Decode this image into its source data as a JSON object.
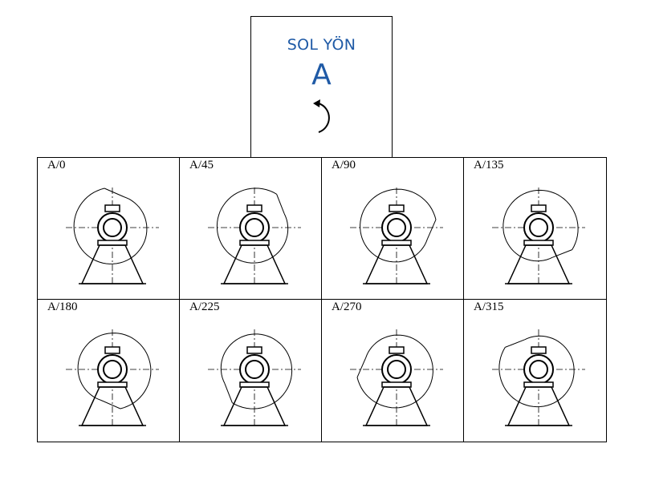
{
  "header": {
    "title": "SOL YÖN",
    "letter": "A",
    "accent_color": "#1f5aa6",
    "rotation": "counterclockwise-arrow-icon"
  },
  "positions": [
    {
      "label": "A/0",
      "angle": 0
    },
    {
      "label": "A/45",
      "angle": 45
    },
    {
      "label": "A/90",
      "angle": 90
    },
    {
      "label": "A/135",
      "angle": 135
    },
    {
      "label": "A/180",
      "angle": 180
    },
    {
      "label": "A/225",
      "angle": 225
    },
    {
      "label": "A/270",
      "angle": 270
    },
    {
      "label": "A/315",
      "angle": 315
    }
  ]
}
